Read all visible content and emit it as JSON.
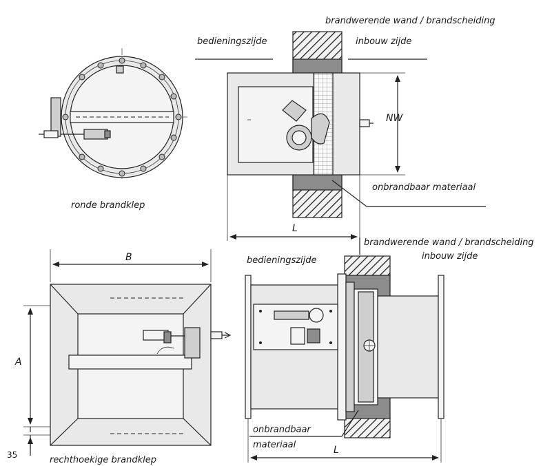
{
  "labels": {
    "wall_top": "brandwerende wand / brandscheiding",
    "operating_side_top": "bedieningszijde",
    "install_side_top": "inbouw zijde",
    "nw": "NW",
    "noncombustible_top": "onbrandbaar materiaal",
    "length_top": "L",
    "round_damper": "ronde brandklep",
    "wall_bottom": "brandwerende wand / brandscheiding",
    "install_side_bottom": "inbouw zijde",
    "operating_side_bottom": "bedieningszijde",
    "width_b": "B",
    "height_a": "A",
    "offset_35": "35",
    "rect_damper": "rechthoekige brandklep",
    "noncombustible_bottom_1": "onbrandbaar",
    "noncombustible_bottom_2": "materiaal",
    "length_bottom": "L"
  },
  "colors": {
    "line": "#222222",
    "fill_light": "#e9e9e9",
    "fill_dark": "#8c8c8c"
  }
}
